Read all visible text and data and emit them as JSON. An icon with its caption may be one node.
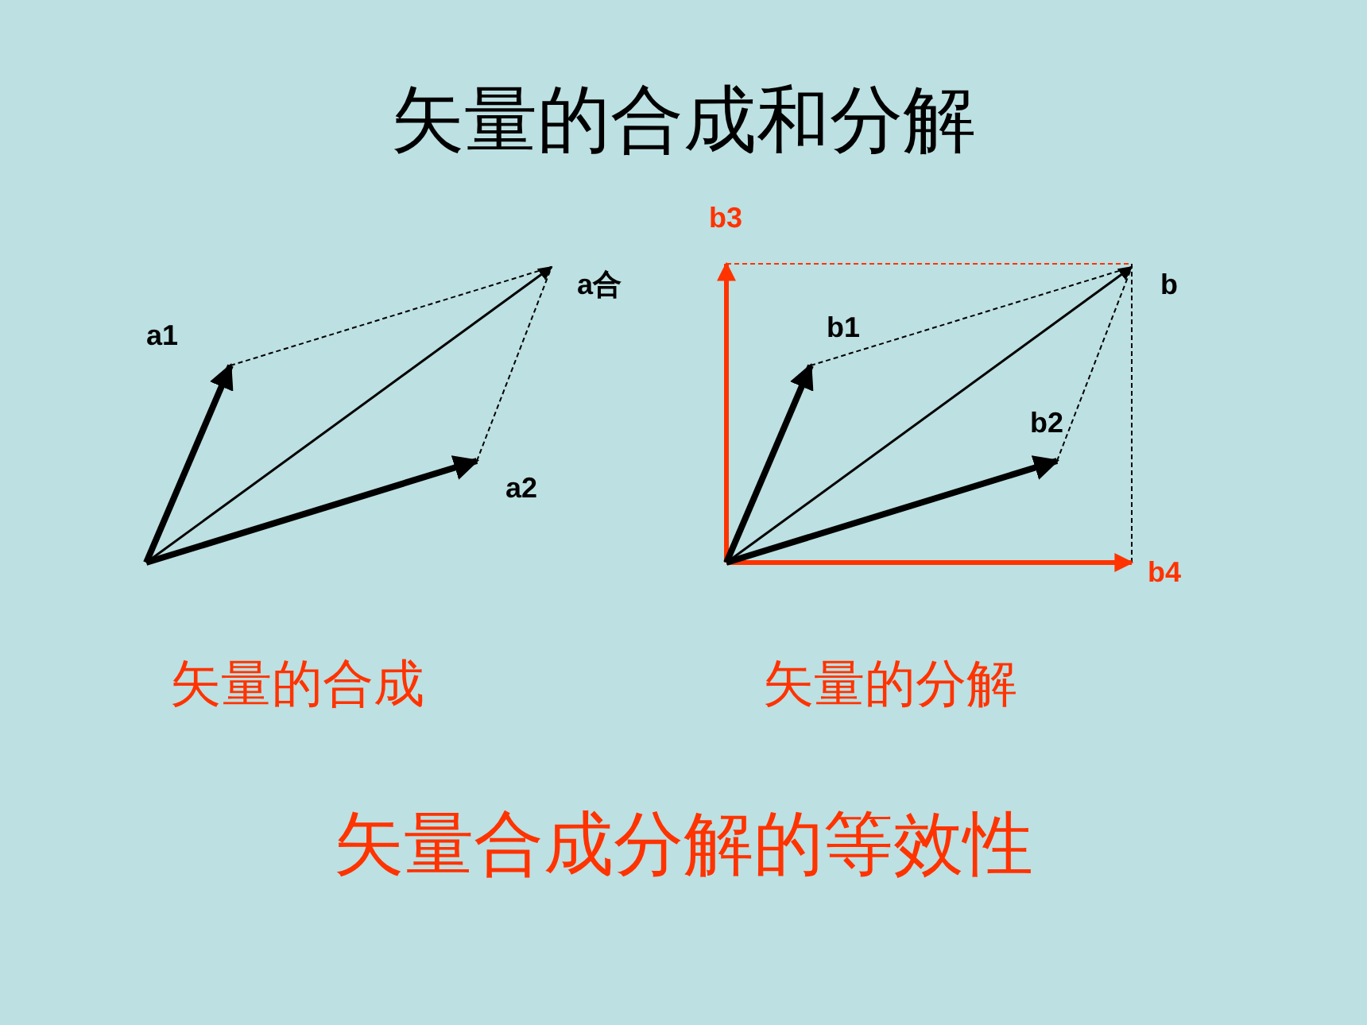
{
  "diagram": {
    "title": "矢量的合成和分解",
    "caption": "矢量合成分解的等效性",
    "labels": [
      "b3",
      "a合",
      "b",
      "a1",
      "b1",
      "b2",
      "a2",
      "b4",
      "矢量的合成",
      "矢量的分解"
    ]
  }
}
